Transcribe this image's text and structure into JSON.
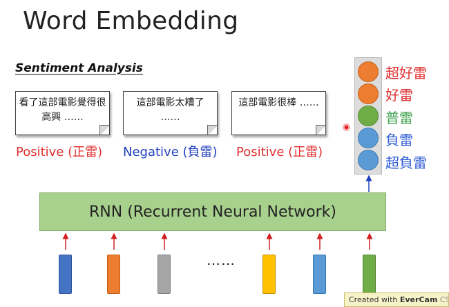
{
  "title": "Word Embedding",
  "subtitle": "Sentiment Analysis",
  "notes": [
    {
      "text": "看了這部電影覺得很高興 ……",
      "label": "Positive (正雷)"
    },
    {
      "text": "這部電影太糟了 ……",
      "label": "Negative (負雷)"
    },
    {
      "text": "這部電影很棒 ……",
      "label": "Positive (正雷)"
    }
  ],
  "output_classes": [
    {
      "label": "超好雷",
      "label_color": "#e03030",
      "circle_color": "#ed7d31"
    },
    {
      "label": "好雷",
      "label_color": "#e03030",
      "circle_color": "#ed7d31"
    },
    {
      "label": "普雷",
      "label_color": "#3aa04a",
      "circle_color": "#70ad47"
    },
    {
      "label": "負雷",
      "label_color": "#2f5bd6",
      "circle_color": "#5b9bd5"
    },
    {
      "label": "超負雷",
      "label_color": "#2f5bd6",
      "circle_color": "#5b9bd5"
    }
  ],
  "rnn_label": "RNN (Recurrent Neural Network)",
  "ellipsis": "……",
  "word_vectors": [
    {
      "color": "#4472c4"
    },
    {
      "color": "#ed7d31"
    },
    {
      "color": "#a5a5a5"
    },
    {
      "color": "#ffc000"
    },
    {
      "color": "#5b9bd5"
    },
    {
      "color": "#70ad47"
    }
  ],
  "colors": {
    "positive": "#e03030",
    "negative": "#1f3fbf",
    "arrow_red": "#d22020",
    "arrow_blue": "#1f3fbf"
  },
  "watermark": {
    "prefix": "Created with",
    "brand": "EverCam",
    "suffix": "CSDN @K..._Yu..."
  }
}
